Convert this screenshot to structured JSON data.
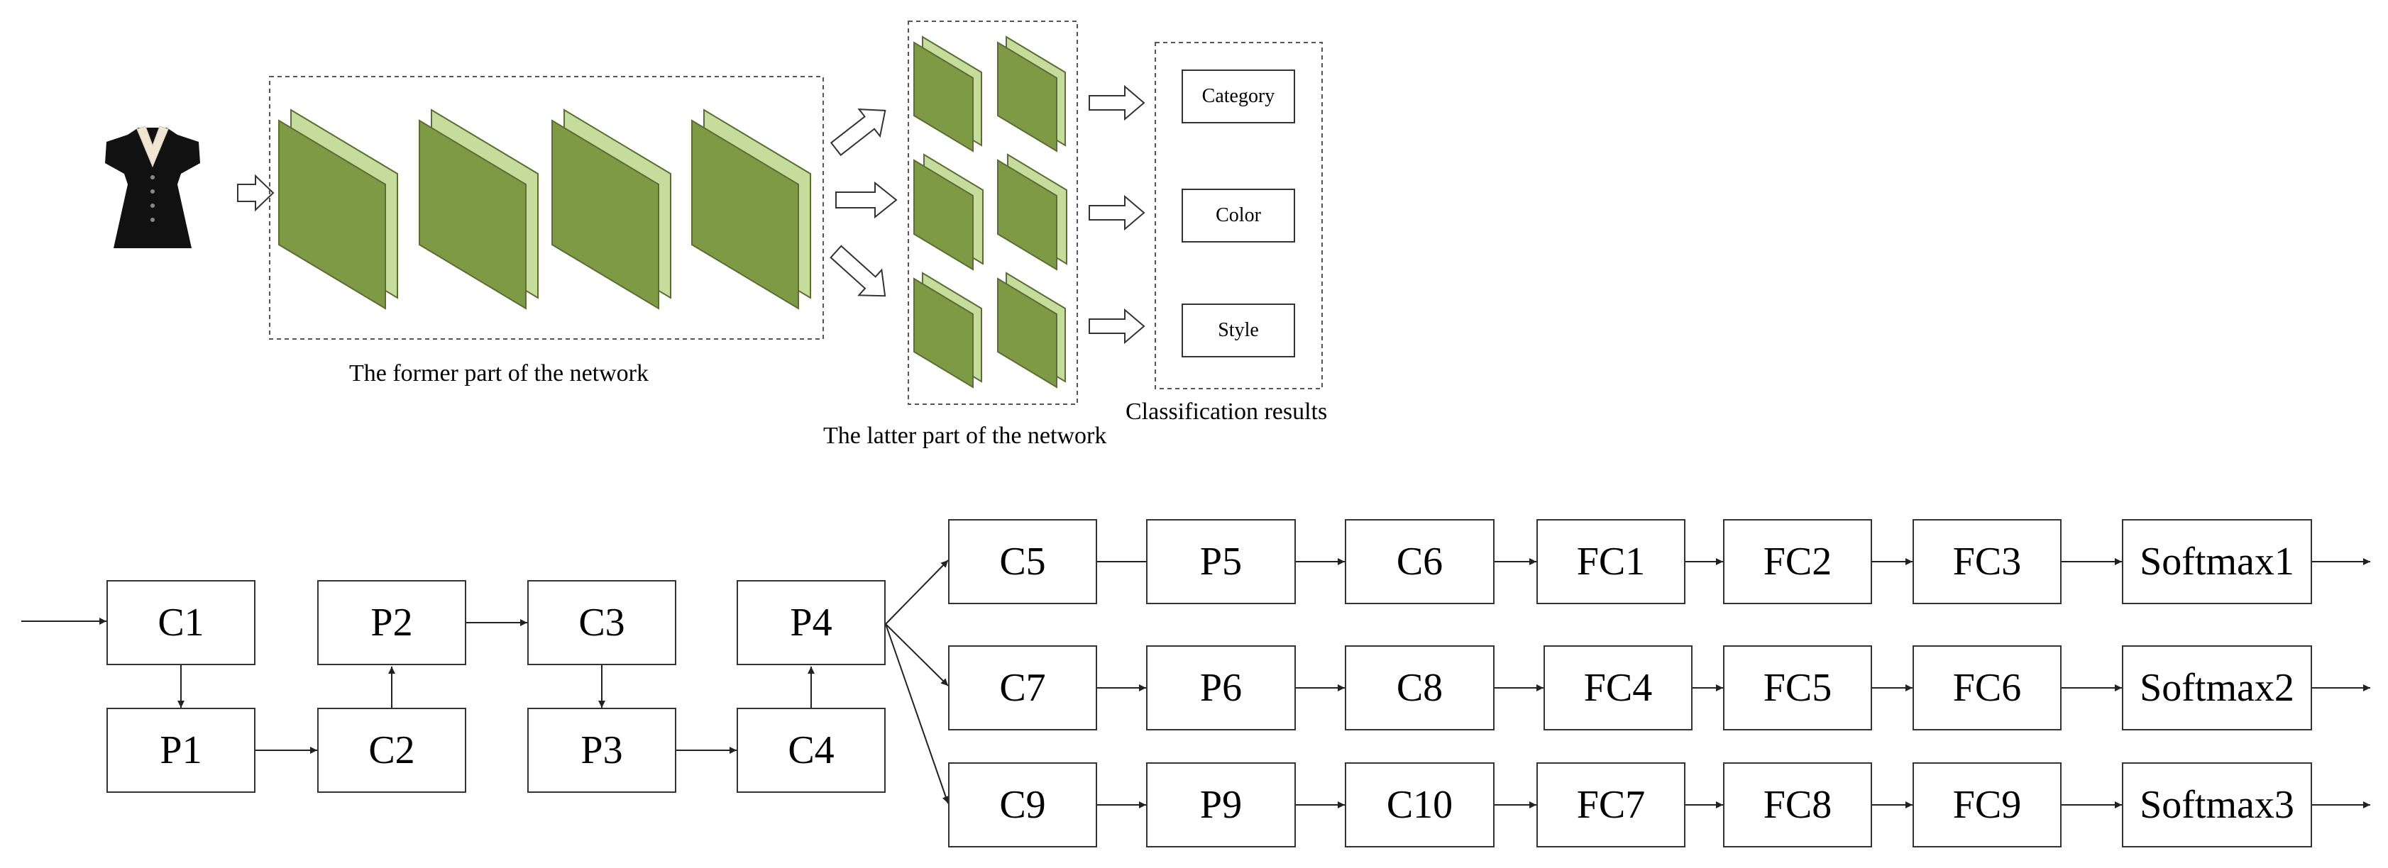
{
  "top": {
    "results": [
      "Category",
      "Color",
      "Style"
    ],
    "former_caption": "The former part of the network",
    "latter_caption": "The latter part of the network",
    "results_caption": "Classification results",
    "colors": {
      "layer_dark": "#7f9a45",
      "layer_light": "#c5dc9c",
      "layer_edge": "#5b6e33"
    }
  },
  "bottom": {
    "shared": [
      "C1",
      "P1",
      "C2",
      "P2",
      "C3",
      "P3",
      "C4",
      "P4"
    ],
    "branches": [
      [
        "C5",
        "P5",
        "C6",
        "FC1",
        "FC2",
        "FC3",
        "Softmax1"
      ],
      [
        "C7",
        "P6",
        "C8",
        "FC4",
        "FC5",
        "FC6",
        "Softmax2"
      ],
      [
        "C9",
        "P9",
        "C10",
        "FC7",
        "FC8",
        "FC9",
        "Softmax3"
      ]
    ]
  }
}
